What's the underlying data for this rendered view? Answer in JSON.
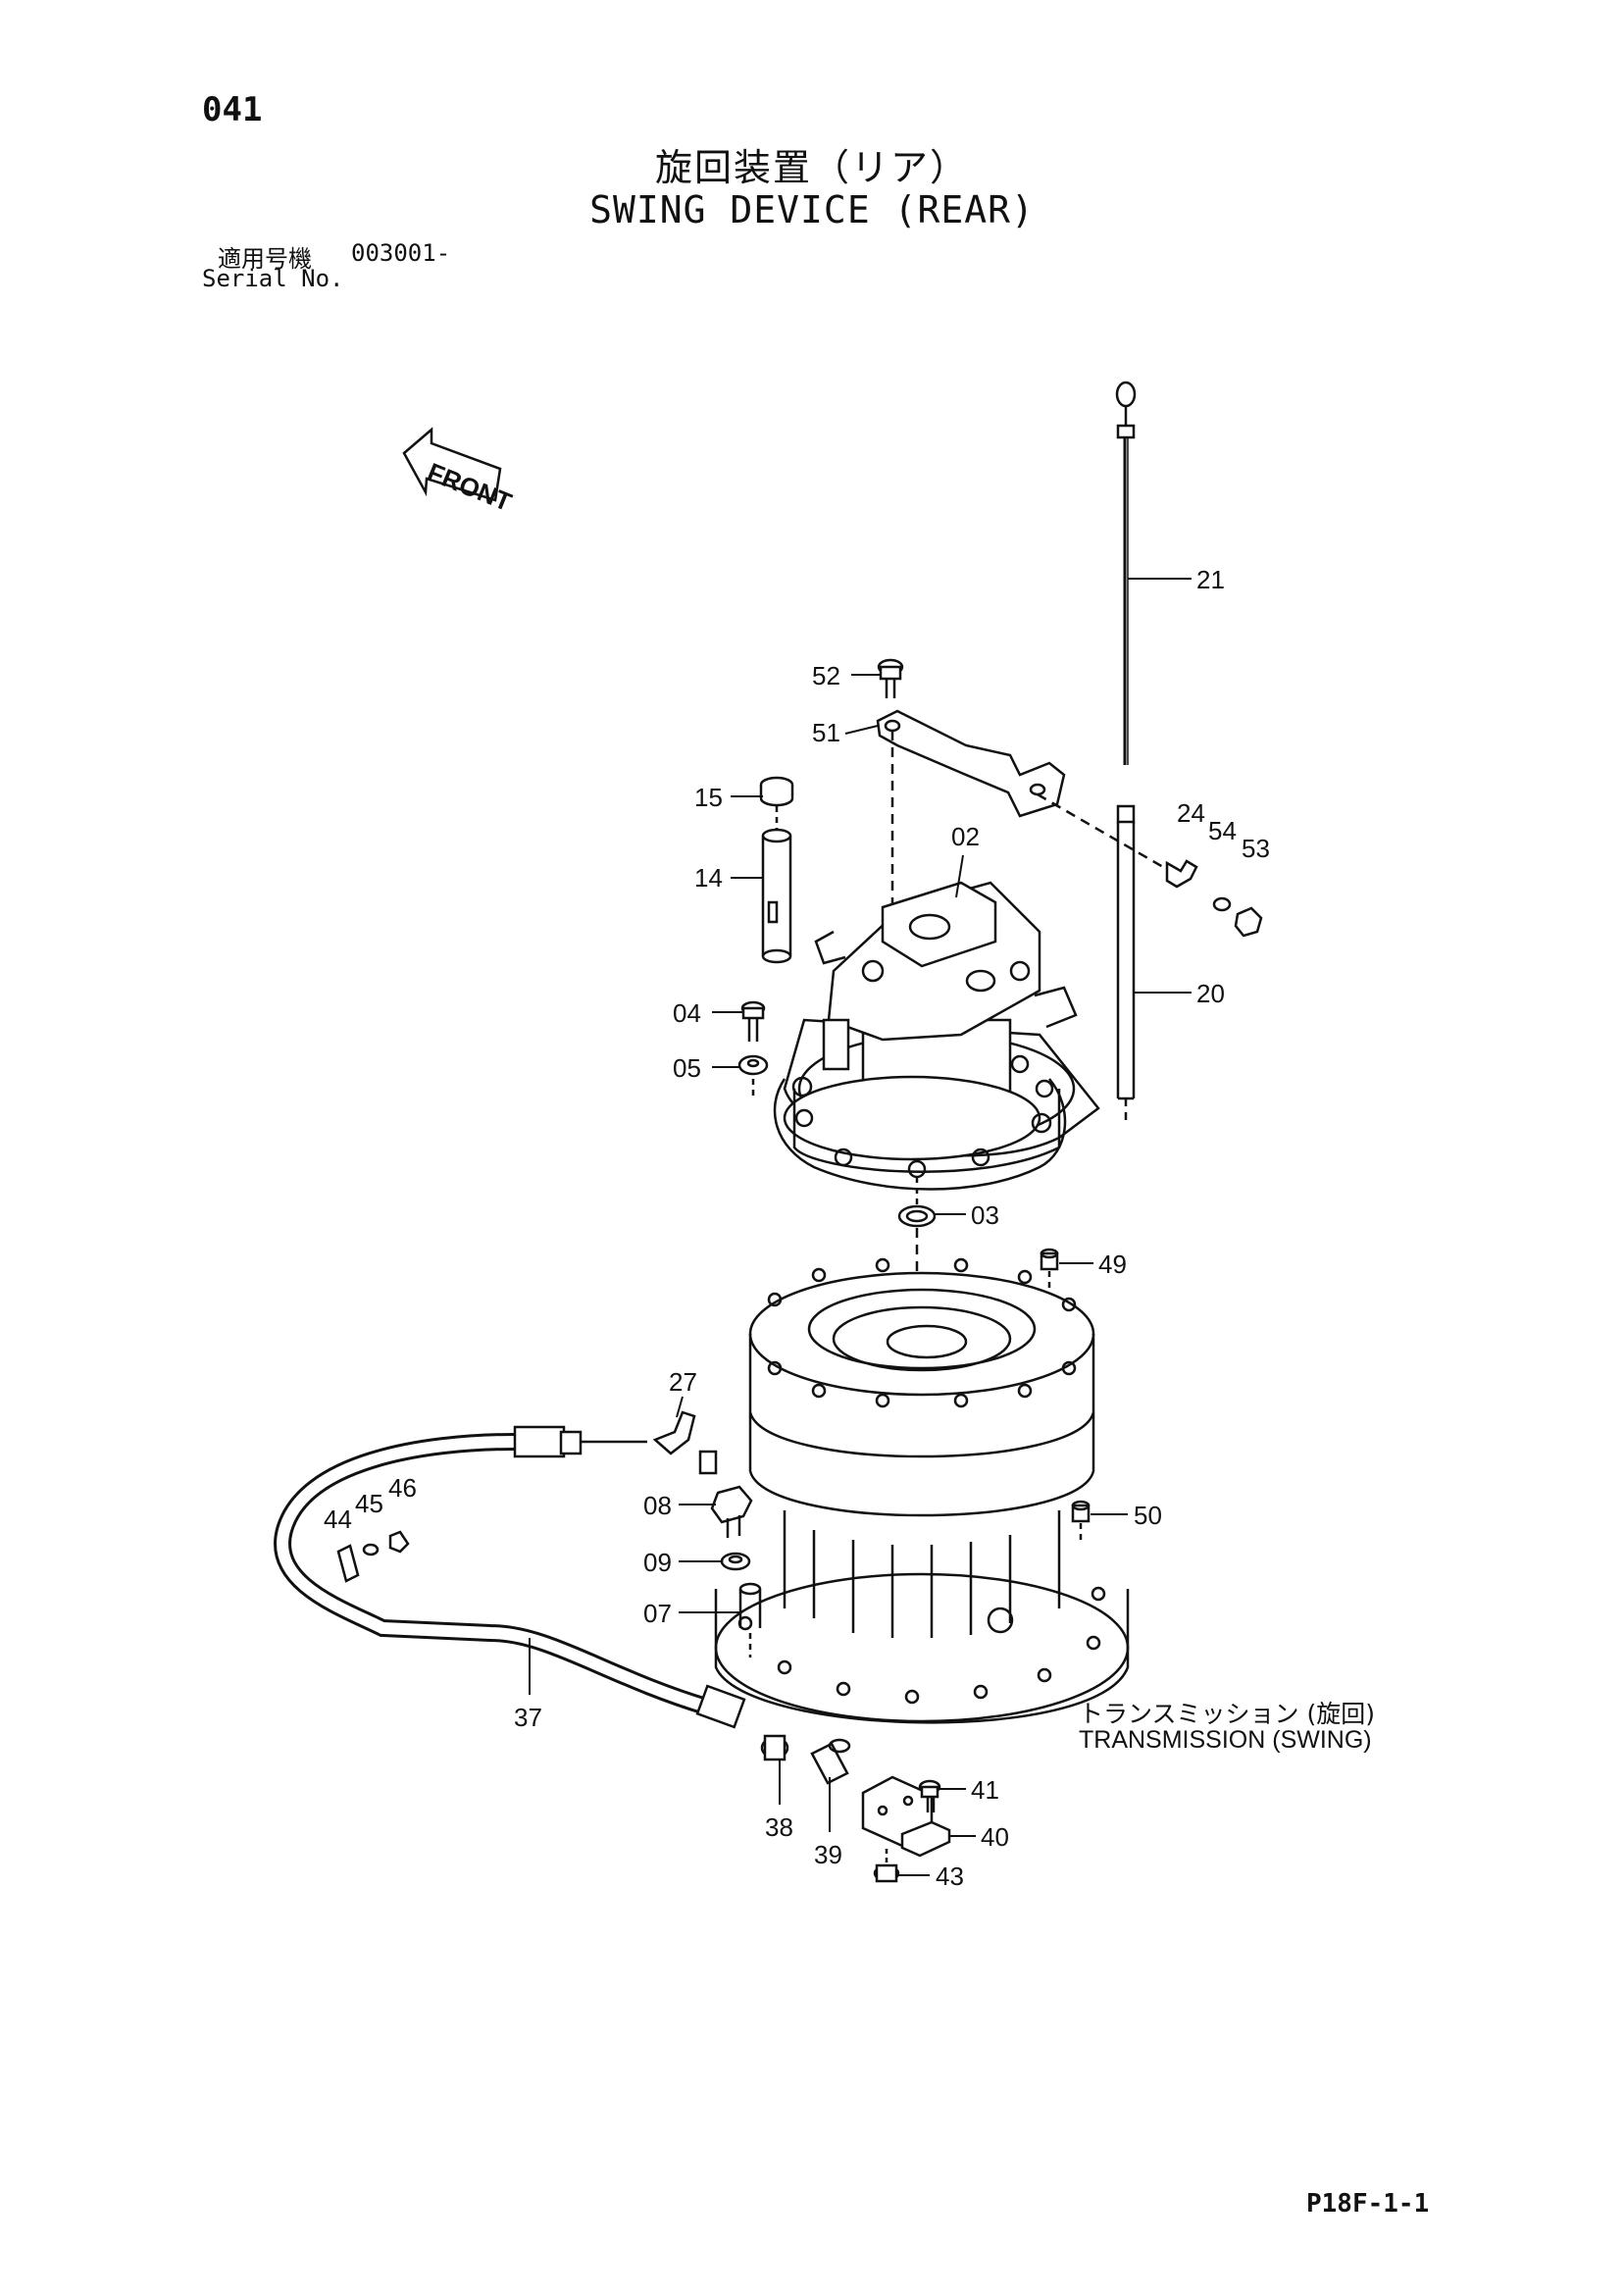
{
  "page_number": "041",
  "title_jp": "旋回装置（リア）",
  "title_en": "SWING DEVICE (REAR)",
  "serial": {
    "label_jp": "適用号機",
    "value": "003001-",
    "label_en": "Serial No."
  },
  "front_label": "FRONT",
  "assembly_label": {
    "jp": "トランスミッション (旋回)",
    "en": "TRANSMISSION (SWING)"
  },
  "callouts": [
    "21",
    "52",
    "51",
    "15",
    "02",
    "24",
    "54",
    "53",
    "14",
    "20",
    "04",
    "05",
    "03",
    "49",
    "27",
    "46",
    "45",
    "44",
    "08",
    "50",
    "09",
    "07",
    "37",
    "38",
    "39",
    "41",
    "40",
    "43"
  ],
  "page_code": "P18F-1-1"
}
